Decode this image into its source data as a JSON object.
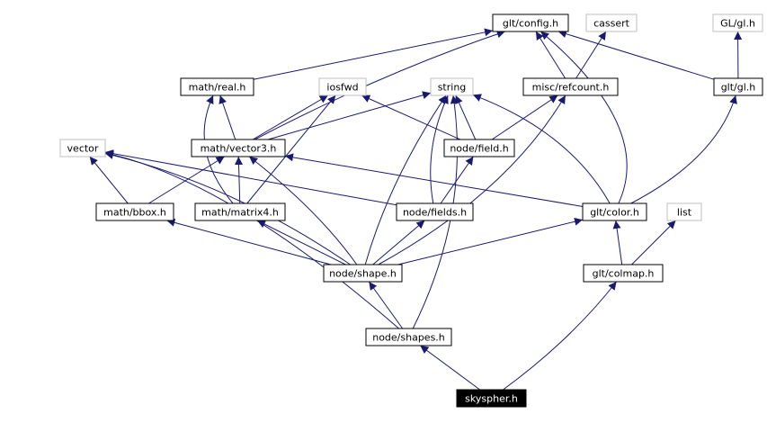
{
  "colors": {
    "edge": "#191970",
    "border_local": "#000000",
    "border_external": "#bfbfbf",
    "focus_fill": "#000000",
    "focus_text": "#ffffff",
    "text": "#000000"
  },
  "nodes": [
    {
      "id": "glt-config-h",
      "label": "glt/config.h",
      "kind": "local"
    },
    {
      "id": "cassert",
      "label": "cassert",
      "kind": "external"
    },
    {
      "id": "gl-gl-h",
      "label": "GL/gl.h",
      "kind": "external"
    },
    {
      "id": "math-real-h",
      "label": "math/real.h",
      "kind": "local"
    },
    {
      "id": "iosfwd",
      "label": "iosfwd",
      "kind": "external"
    },
    {
      "id": "string",
      "label": "string",
      "kind": "external"
    },
    {
      "id": "misc-refcount-h",
      "label": "misc/refcount.h",
      "kind": "local"
    },
    {
      "id": "glt-gl-h",
      "label": "glt/gl.h",
      "kind": "local"
    },
    {
      "id": "vector",
      "label": "vector",
      "kind": "external"
    },
    {
      "id": "math-vector3-h",
      "label": "math/vector3.h",
      "kind": "local"
    },
    {
      "id": "node-field-h",
      "label": "node/field.h",
      "kind": "local"
    },
    {
      "id": "math-bbox-h",
      "label": "math/bbox.h",
      "kind": "local"
    },
    {
      "id": "math-matrix4-h",
      "label": "math/matrix4.h",
      "kind": "local"
    },
    {
      "id": "node-fields-h",
      "label": "node/fields.h",
      "kind": "local"
    },
    {
      "id": "glt-color-h",
      "label": "glt/color.h",
      "kind": "local"
    },
    {
      "id": "list",
      "label": "list",
      "kind": "external"
    },
    {
      "id": "node-shape-h",
      "label": "node/shape.h",
      "kind": "local"
    },
    {
      "id": "glt-colmap-h",
      "label": "glt/colmap.h",
      "kind": "local"
    },
    {
      "id": "node-shapes-h",
      "label": "node/shapes.h",
      "kind": "local"
    },
    {
      "id": "skyspher-h",
      "label": "skyspher.h",
      "kind": "focus"
    }
  ],
  "edges": [
    {
      "from": "math-real-h",
      "to": "glt-config-h"
    },
    {
      "from": "math-vector3-h",
      "to": "glt-config-h"
    },
    {
      "from": "misc-refcount-h",
      "to": "glt-config-h"
    },
    {
      "from": "glt-gl-h",
      "to": "glt-config-h"
    },
    {
      "from": "glt-color-h",
      "to": "glt-config-h"
    },
    {
      "from": "misc-refcount-h",
      "to": "cassert"
    },
    {
      "from": "glt-gl-h",
      "to": "gl-gl-h"
    },
    {
      "from": "math-vector3-h",
      "to": "math-real-h"
    },
    {
      "from": "math-matrix4-h",
      "to": "math-real-h"
    },
    {
      "from": "math-vector3-h",
      "to": "iosfwd"
    },
    {
      "from": "math-matrix4-h",
      "to": "iosfwd"
    },
    {
      "from": "node-field-h",
      "to": "iosfwd"
    },
    {
      "from": "math-vector3-h",
      "to": "string"
    },
    {
      "from": "node-field-h",
      "to": "string"
    },
    {
      "from": "node-fields-h",
      "to": "string"
    },
    {
      "from": "node-shape-h",
      "to": "string"
    },
    {
      "from": "node-shapes-h",
      "to": "string"
    },
    {
      "from": "glt-color-h",
      "to": "string"
    },
    {
      "from": "node-field-h",
      "to": "misc-refcount-h"
    },
    {
      "from": "node-shape-h",
      "to": "misc-refcount-h"
    },
    {
      "from": "glt-color-h",
      "to": "glt-gl-h"
    },
    {
      "from": "math-bbox-h",
      "to": "vector"
    },
    {
      "from": "node-fields-h",
      "to": "vector"
    },
    {
      "from": "node-shape-h",
      "to": "vector"
    },
    {
      "from": "node-shapes-h",
      "to": "vector"
    },
    {
      "from": "math-bbox-h",
      "to": "math-vector3-h"
    },
    {
      "from": "math-matrix4-h",
      "to": "math-vector3-h"
    },
    {
      "from": "glt-color-h",
      "to": "math-vector3-h"
    },
    {
      "from": "node-shape-h",
      "to": "math-vector3-h"
    },
    {
      "from": "node-fields-h",
      "to": "node-field-h"
    },
    {
      "from": "node-shape-h",
      "to": "math-bbox-h"
    },
    {
      "from": "node-shape-h",
      "to": "math-matrix4-h"
    },
    {
      "from": "node-shape-h",
      "to": "node-fields-h"
    },
    {
      "from": "node-shape-h",
      "to": "glt-color-h"
    },
    {
      "from": "glt-colmap-h",
      "to": "glt-color-h"
    },
    {
      "from": "glt-colmap-h",
      "to": "list"
    },
    {
      "from": "node-shapes-h",
      "to": "node-shape-h"
    },
    {
      "from": "skyspher-h",
      "to": "node-shapes-h"
    },
    {
      "from": "skyspher-h",
      "to": "glt-colmap-h"
    }
  ]
}
